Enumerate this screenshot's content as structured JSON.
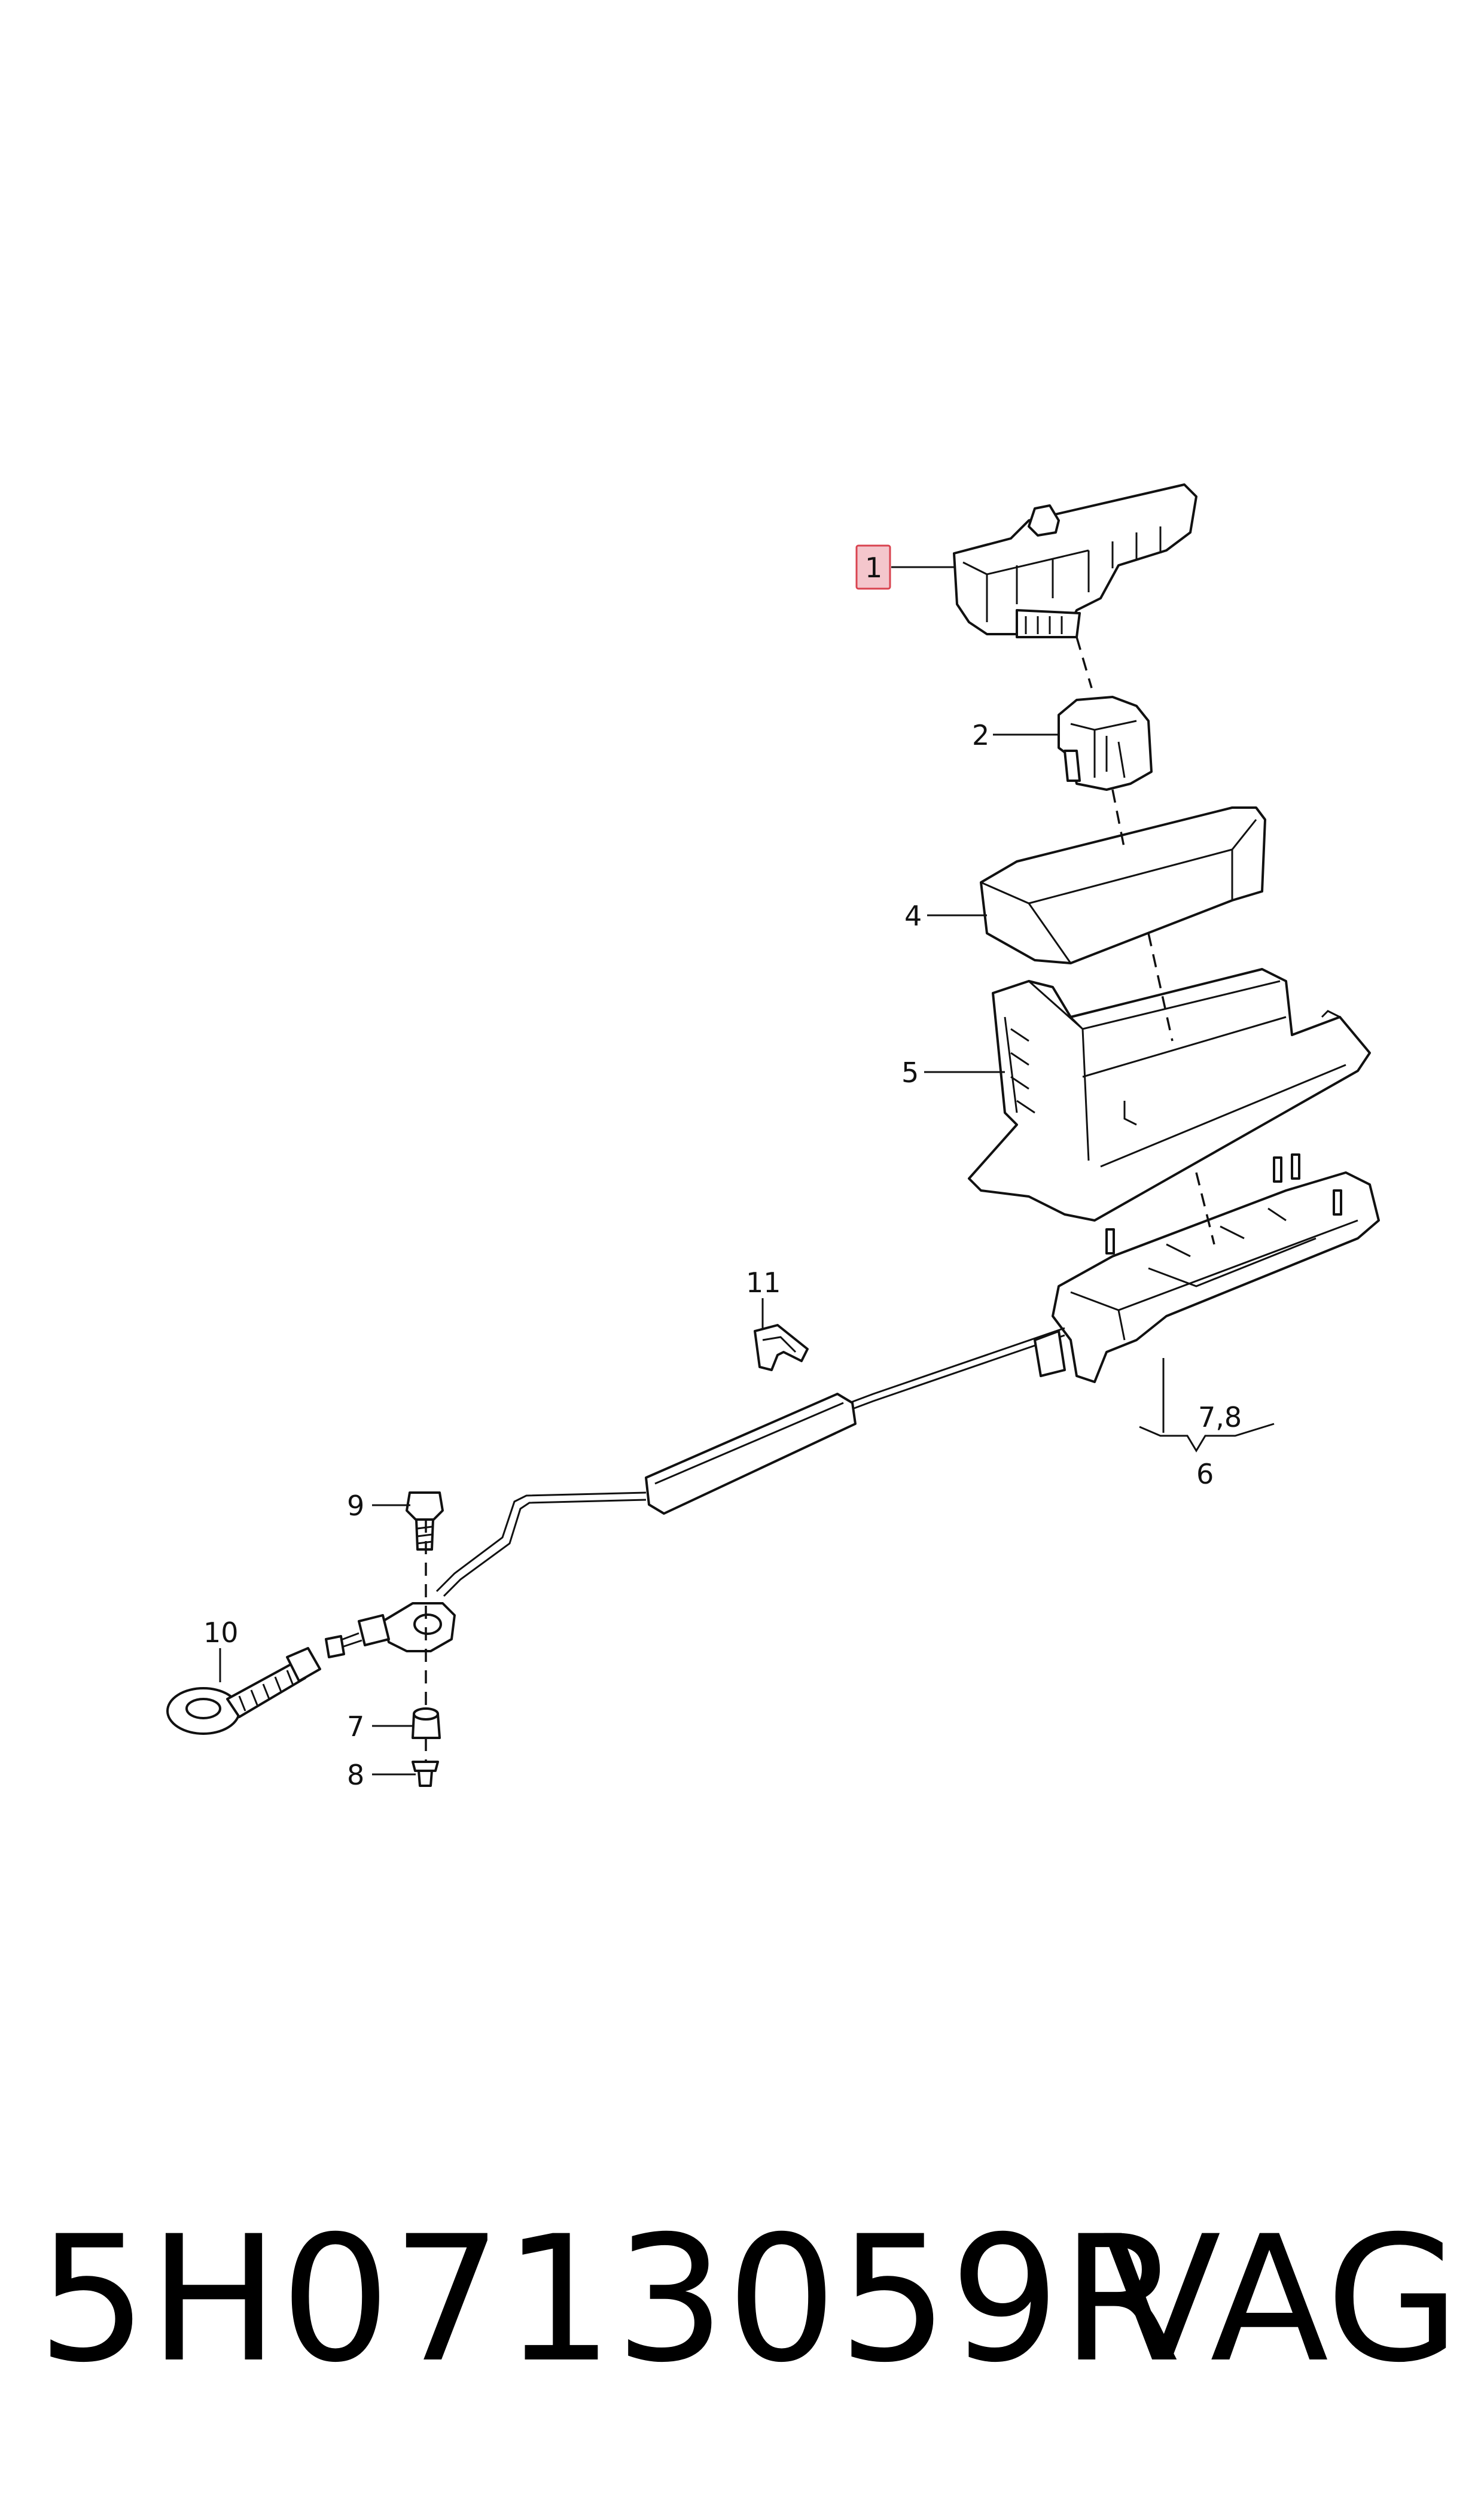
{
  "diagram": {
    "callouts": {
      "c1": "1",
      "c2": "2",
      "c4": "4",
      "c5": "5",
      "c6": "6",
      "c78": "7,8",
      "c7": "7",
      "c8": "8",
      "c9": "9",
      "c10": "10",
      "c11": "11"
    },
    "highlighted_callout": "1",
    "highlight_color": "#f4c6cc",
    "highlight_border": "#d9434f"
  },
  "footer": {
    "part_number": "5H0713059R",
    "brand": "VAG"
  }
}
